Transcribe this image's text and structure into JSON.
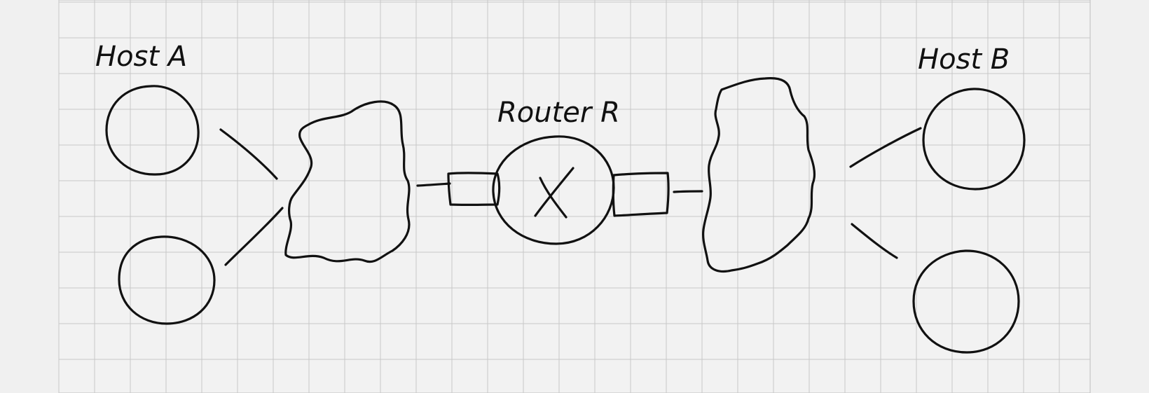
{
  "labels": {
    "host_a": "Host A",
    "host_b": "Host B",
    "router": "Router R"
  },
  "colors": {
    "background": "#f0f0f0",
    "paper": "#f2f2f2",
    "grid": "#c8c8c8",
    "ink": "#111111"
  }
}
